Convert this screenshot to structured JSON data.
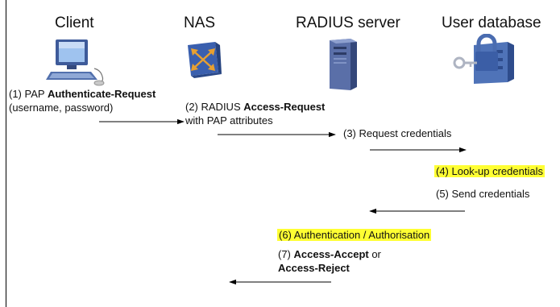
{
  "headers": {
    "client": "Client",
    "nas": "NAS",
    "radius": "RADIUS server",
    "userdb": "User database"
  },
  "steps": {
    "s1": {
      "num": "(1) PAP ",
      "bold": "Authenticate-Request",
      "line2": "(username, password)"
    },
    "s2": {
      "num": "(2) RADIUS ",
      "bold": "Access-Request",
      "line2": "with PAP attributes"
    },
    "s3": {
      "text": "(3) Request credentials"
    },
    "s4": {
      "text": "(4) Look-up credentials"
    },
    "s5": {
      "text": "(5) Send credentials"
    },
    "s6": {
      "text": "(6) Authentication / Authorisation"
    },
    "s7": {
      "num": "(7) ",
      "bold1": "Access-Accept",
      "mid": " or",
      "bold2": "Access-Reject"
    }
  },
  "colors": {
    "highlight": "#ffff33",
    "nas_icon": "#3a5fae",
    "server_icon": "#5a6fa8",
    "db_icon": "#4f73b8"
  },
  "icons": [
    "computer-icon",
    "router-icon",
    "server-icon",
    "locked-database-icon"
  ]
}
